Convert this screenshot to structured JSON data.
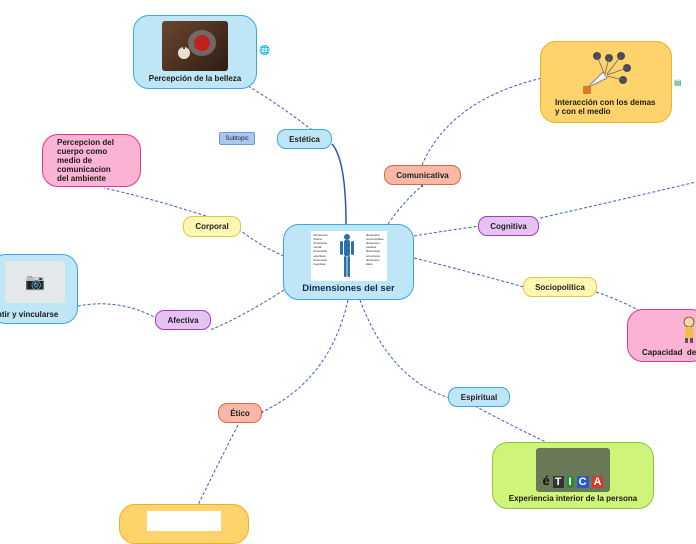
{
  "central": {
    "label": "Dimensiones del ser",
    "thumb_lines_left": [
      "Dimensión",
      "Física",
      "dimensión",
      "social",
      "dimensión",
      "espiritual",
      "dimensión",
      "cognitiva"
    ],
    "thumb_lines_right": [
      "dimensión",
      "comunicativa",
      "dimensión",
      "estética",
      "Dimensión",
      "emocional",
      "dimensión",
      "ética"
    ]
  },
  "subtopic": {
    "label": "Subtopic"
  },
  "topics": {
    "estetica": "Estética",
    "comunicativa": "Comunicativa",
    "cognitiva": "Cognitiva",
    "sociopolitica": "Sociopolítica",
    "espiritual": "Espiritual",
    "etico": "Ético",
    "afectiva": "Afectiva",
    "corporal": "Corporal"
  },
  "subs": {
    "belleza": "Percepción de la belleza",
    "interaccion": "Interacción con los demas y con el medio",
    "percepcion_cuerpo": "Percepcion del cuerpo como medio de comunicacion del ambiente",
    "sentir": "ntir y vincularse",
    "capacidad": "Capacidad  de",
    "experiencia": "Experiencia interior de la persona"
  },
  "etica_letters": [
    "é",
    "T",
    "I",
    "C",
    "A"
  ],
  "colors": {
    "link": "#3a5fc8",
    "blue_fill": "#bfe6f7",
    "blue_border": "#3aa8e0",
    "salmon_fill": "#f7b9a6",
    "salmon_border": "#d9664a",
    "purple_fill": "#e6c2f2",
    "purple_border": "#9b3fc4",
    "yellow_fill": "#fff7b3",
    "yellow_border": "#e0c93a",
    "orange_fill": "#ffd36b",
    "orange_border": "#f0b020",
    "pink_fill": "#fab3d4",
    "pink_border": "#d93a86",
    "green_fill": "#cef57a",
    "green_border": "#8cc43a"
  }
}
